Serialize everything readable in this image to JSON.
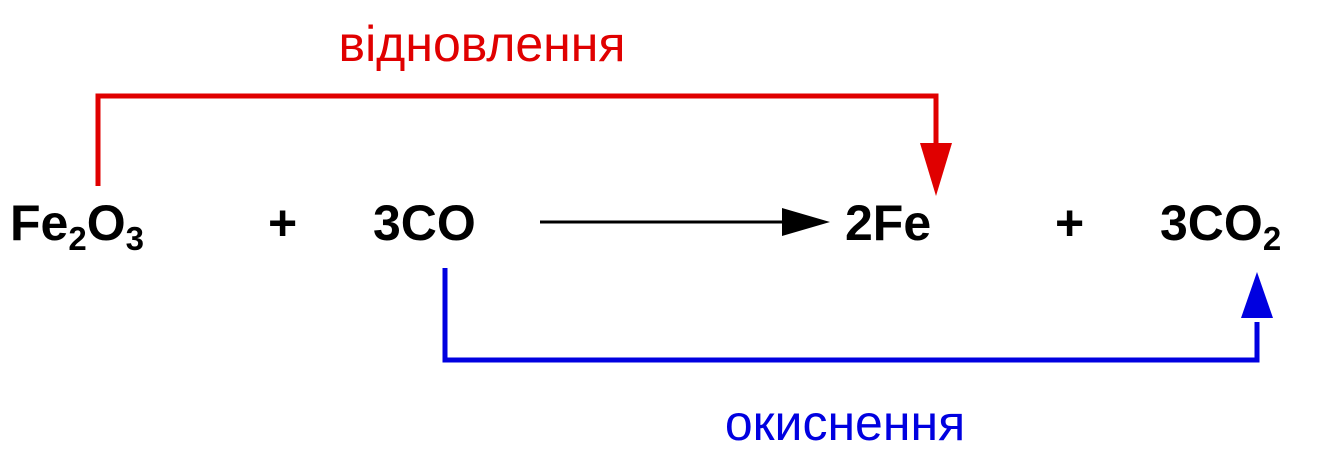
{
  "colors": {
    "reduction": "#e00000",
    "oxidation": "#0000e0",
    "equation": "#000000"
  },
  "labels": {
    "reduction": "відновлення",
    "oxidation": "окиснення"
  },
  "equation": {
    "reactant_1": {
      "element_1": "Fe",
      "subscript_1": "2",
      "element_2": "O",
      "subscript_2": "3"
    },
    "plus_1": "+",
    "reactant_2": "3CO",
    "product_1": "2Fe",
    "plus_2": "+",
    "product_2": {
      "text": "3CO",
      "subscript": "2"
    }
  }
}
